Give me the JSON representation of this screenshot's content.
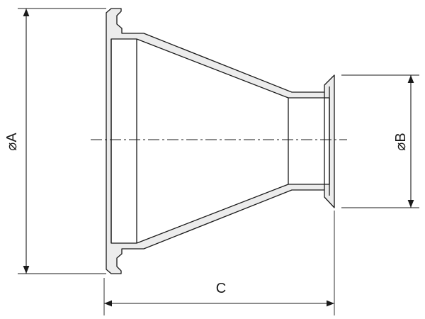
{
  "dimensions": {
    "diameter_a": "⌀A",
    "diameter_b": "⌀B",
    "length_c": "C"
  }
}
